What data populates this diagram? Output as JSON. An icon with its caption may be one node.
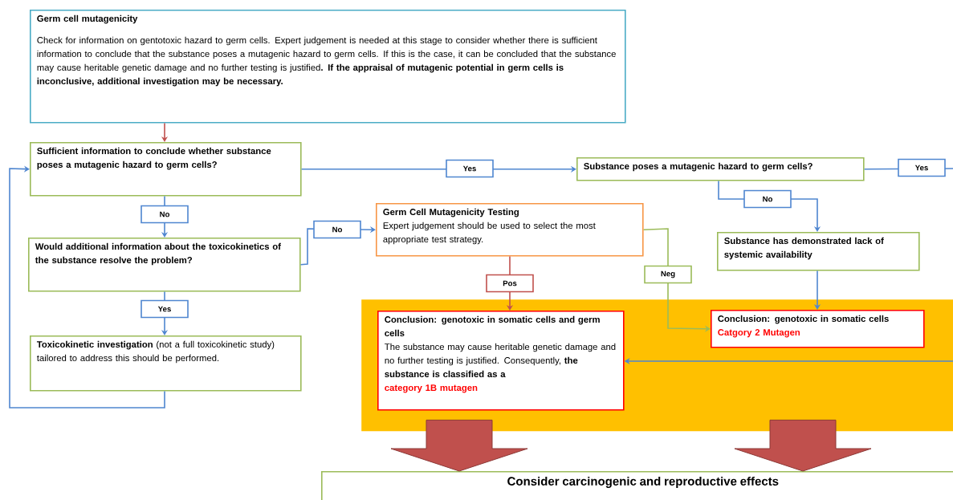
{
  "diagram": {
    "nodes": [
      {
        "text": [
          "Germ cell mutagenicity",
          "Check for information on gentotoxic hazard to germ cells.  Expert judgement is needed at this stage to consider whether there is sufficient information to conclude that the substance poses a mutagenic hazard to germ cells. If this is the case, it can be concluded that the substance may cause heritable genetic damage and no further testing is justified**. If the appraisal of mutagenic potential in germ cells is inconclusive, additional investigation may be necessary.**"
        ]
      },
      {
        "text": [
          "Sufficient information to conclude whether substance poses a mutagenic hazard to germ cells?"
        ]
      },
      {
        "text": [
          "Substance poses a mutagenic hazard to germ cells?"
        ]
      },
      {
        "text": [
          "Would additional information about the toxicokinetics of the substance resolve the problem?"
        ]
      },
      {
        "text": [
          "Germ Cell Mutagenicity Testing",
          "Expert judgement should be used to select the most appropriate test strategy."
        ]
      },
      {
        "text": [
          "Substance has demonstrated lack of systemic availability"
        ]
      },
      {
        "text": [
          "**Toxicokinetic investigation** (not a full toxicokinetic study) tailored to address this should be performed."
        ]
      },
      {
        "text": [],
        "shape": "box"
      },
      {
        "text": [
          "Conclusion:  genotoxic in somatic cells and germ cells",
          "The substance may cause heritable genetic damage and no further testing is justified. Consequently, **the substance is classified as a**",
          "category 1B mutagen"
        ],
        "in": 7
      },
      {
        "text": [
          "Conclusion:  genotoxic in somatic cells",
          "Catgory 2 Mutagen"
        ],
        "in": 7
      },
      {
        "text": [
          "Consider carcinogenic and reproductive effects"
        ]
      }
    ],
    "edges": [
      {
        "from": 0,
        "to": 1,
        "arrow": "to",
        "color": "#c0504d"
      },
      {
        "from": 1,
        "to": 2,
        "arrow": "to",
        "label": "Yes"
      },
      {
        "from": 2,
        "to": null,
        "arrow": "none",
        "label": "Yes"
      },
      {
        "from": 2,
        "to": 5,
        "arrow": "to",
        "label": "No"
      },
      {
        "from": 1,
        "to": 3,
        "arrow": "to",
        "label": "No"
      },
      {
        "from": 3,
        "to": 4,
        "arrow": "to",
        "label": "No"
      },
      {
        "from": 3,
        "to": 6,
        "arrow": "to",
        "label": "Yes"
      },
      {
        "from": 6,
        "to": 1,
        "arrow": "to"
      },
      {
        "from": 4,
        "to": 8,
        "arrow": "to",
        "label": "Pos",
        "color": "#c0504d"
      },
      {
        "from": 4,
        "to": 9,
        "arrow": "to",
        "label": "Neg",
        "color": "#9bbb59"
      },
      {
        "from": 5,
        "to": 9,
        "arrow": "to"
      },
      {
        "from": null,
        "to": 8,
        "arrow": "to"
      },
      {
        "from": 7,
        "to": 10,
        "arrow": "to",
        "style": "thick",
        "color": "#c0504d"
      },
      {
        "from": 7,
        "to": 10,
        "arrow": "to",
        "style": "thick",
        "color": "#c0504d"
      }
    ]
  }
}
